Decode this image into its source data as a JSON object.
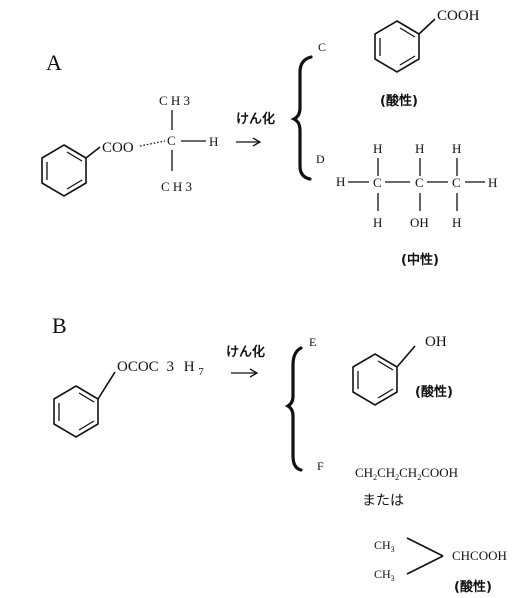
{
  "section_a": {
    "label": "A",
    "reactant": {
      "coo": "COO",
      "ch3_top": "C H 3",
      "c": "C",
      "h": "H",
      "ch3_bottom": "C H 3"
    },
    "reaction": "けん化",
    "product_c": {
      "letter": "C",
      "formula": "COOH",
      "property": "(酸性)"
    },
    "product_d": {
      "letter": "D",
      "property": "(中性)",
      "atoms": {
        "h": "H",
        "c": "C",
        "oh": "OH"
      }
    }
  },
  "section_b": {
    "label": "B",
    "reactant": {
      "group": "OCOC",
      "sub_3": "3",
      "h": "H",
      "sub_7": "7"
    },
    "reaction": "けん化",
    "product_e": {
      "letter": "E",
      "oh": "OH",
      "property": "(酸性)"
    },
    "product_f": {
      "letter": "F",
      "linear": {
        "ch": "CH",
        "sub": "2",
        "cooh": "COOH"
      },
      "or_text": "または",
      "branched": {
        "ch": "CH",
        "sub": "3",
        "chcooh": "CHCOOH"
      },
      "property": "(酸性)"
    }
  }
}
